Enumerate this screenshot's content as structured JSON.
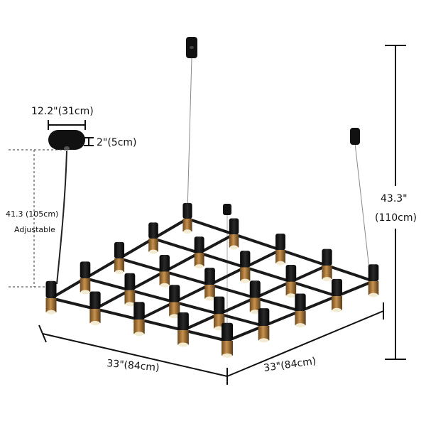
{
  "dimensions": {
    "canopy_diameter": "12.2\"(31cm)",
    "canopy_height": "2\"(5cm)",
    "cord_length": "41.3 (105cm)",
    "cord_note": "Adjustable",
    "total_height_in": "43.3\"",
    "total_height_cm": "(110cm)",
    "width_front": "33\"(84cm)",
    "width_side": "33\"(84cm)"
  },
  "colors": {
    "frame": "#1a1a1a",
    "brass": "#a9763a",
    "glow": "#f3ecd2",
    "line": "#111111"
  }
}
